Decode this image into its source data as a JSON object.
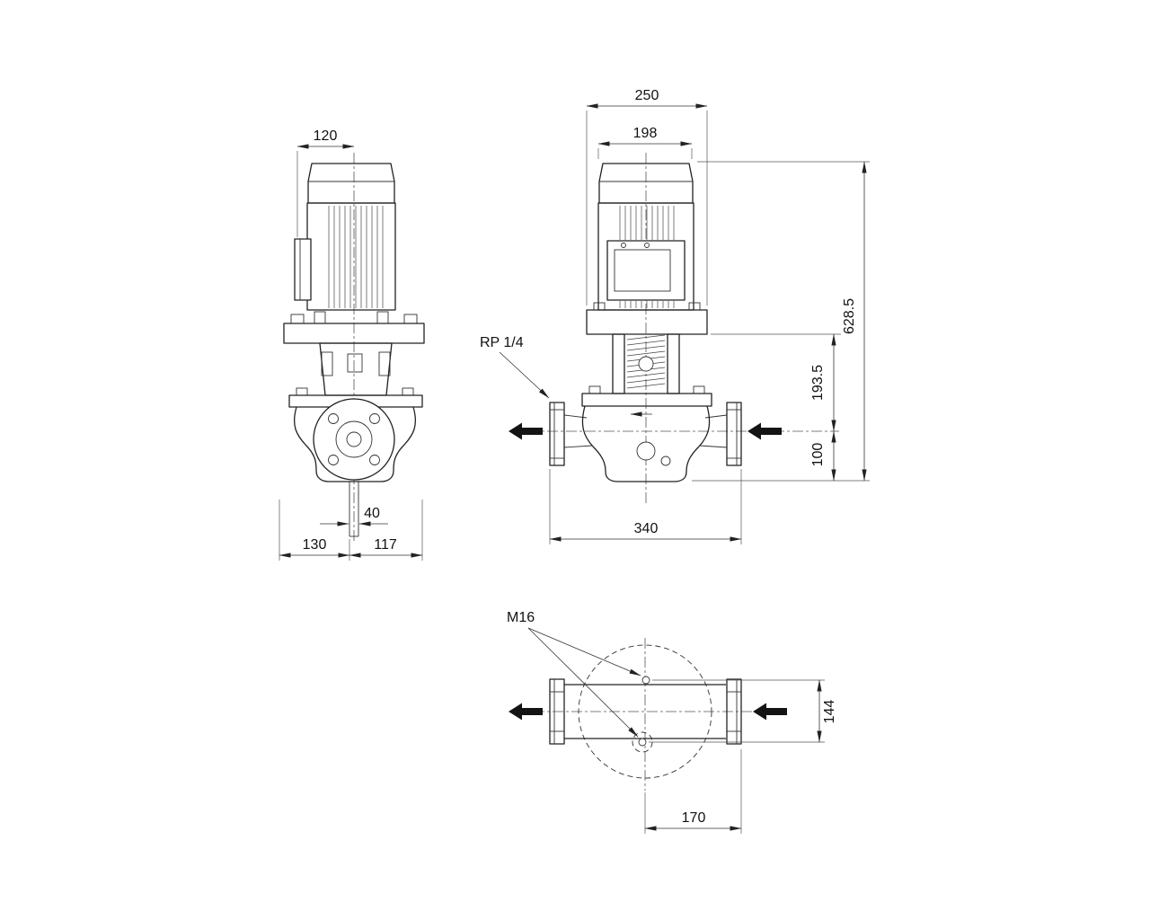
{
  "side_view": {
    "dim_motor_offset": "120",
    "dim_port": "40",
    "dim_base_left": "130",
    "dim_base_right": "117"
  },
  "front_view": {
    "dim_top_width": "250",
    "dim_motor_width": "198",
    "dim_total_height": "628.5",
    "dim_flange_to_port": "193.5",
    "dim_port_height": "100",
    "dim_port_to_port": "340",
    "gauge_port_label": "RP 1/4"
  },
  "top_view": {
    "bolt_thread_label": "M16",
    "dim_flange_width": "144",
    "dim_center_to_flange": "170"
  }
}
